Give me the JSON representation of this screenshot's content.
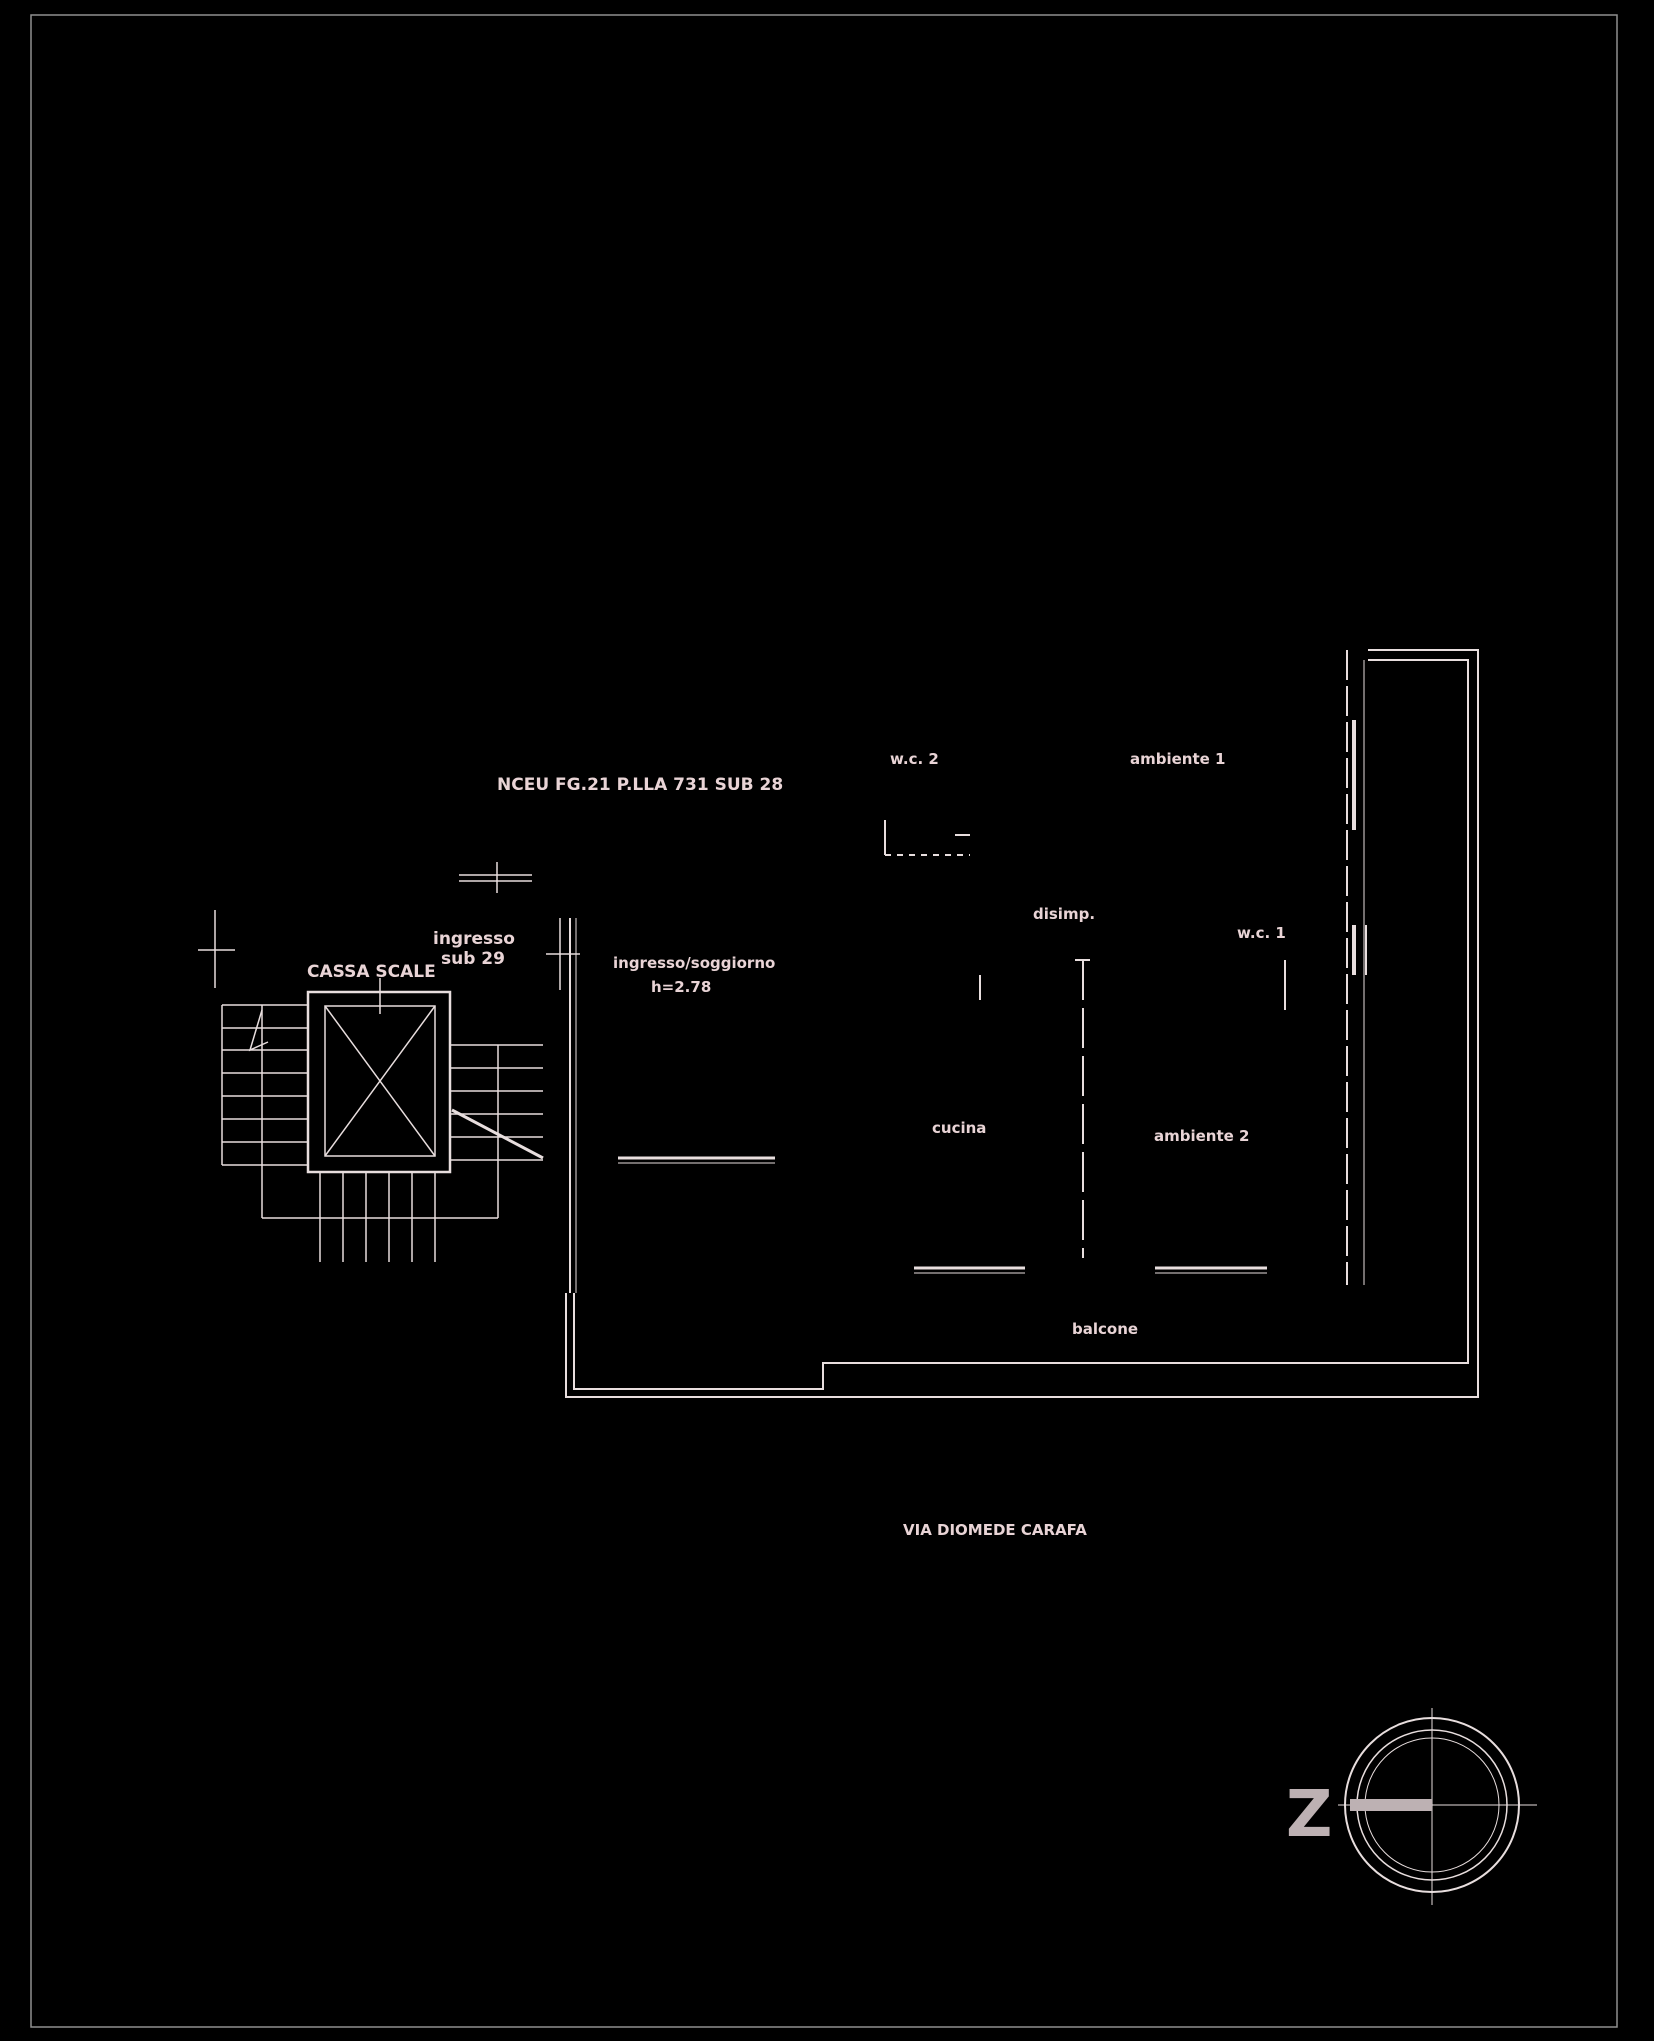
{
  "plan": {
    "cadastral_ref": "NCEU FG.21 P.LLA 731 SUB 28",
    "street": "VIA DIOMEDE CARAFA",
    "stair_label": "CASSA SCALE",
    "entrance_label_line1": "ingresso",
    "entrance_label_line2": "sub 29",
    "rooms": {
      "living_line1": "ingresso/soggiorno",
      "living_line2": "h=2.78",
      "wc2": "w.c. 2",
      "ambiente1": "ambiente 1",
      "disimp": "disimp.",
      "wc1": "w.c. 1",
      "cucina": "cucina",
      "ambiente2": "ambiente 2",
      "balcone": "balcone"
    },
    "north_arrow_letter": "Z"
  },
  "colors": {
    "background": "#000000",
    "line": "#e8dede",
    "text": "#e9d4d6",
    "compass": "#bdb1b3"
  }
}
